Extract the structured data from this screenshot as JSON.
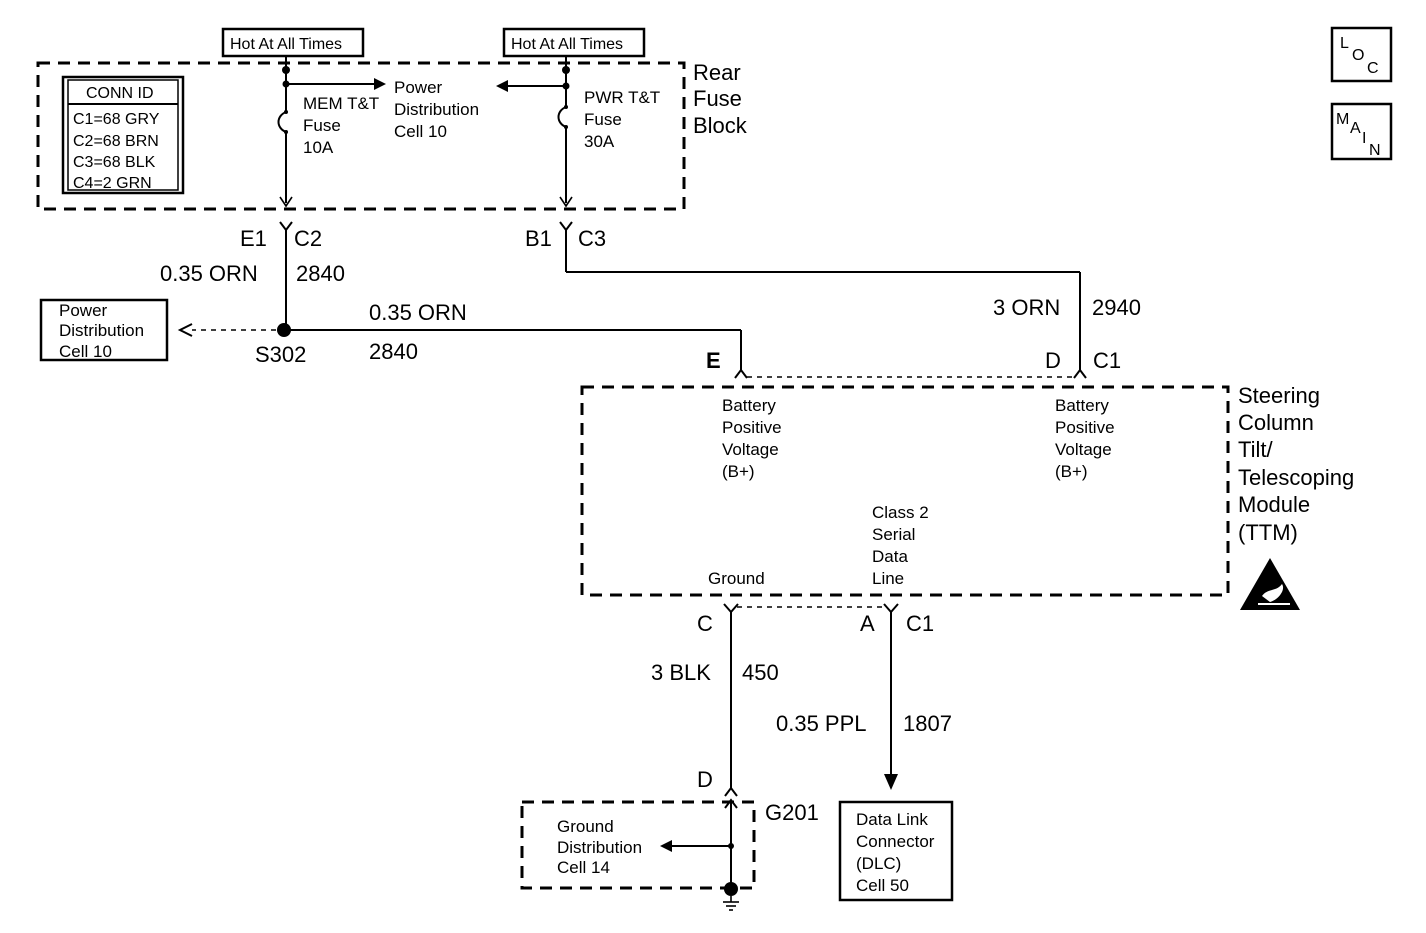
{
  "labels": {
    "hot_left": "Hot At All Times",
    "hot_right": "Hot At All Times",
    "rear_fuse_block": [
      "Rear",
      "Fuse",
      "Block"
    ],
    "conn_id_title": "CONN ID",
    "conn_ids": [
      "C1=68 GRY",
      "C2=68 BRN",
      "C3=68 BLK",
      "C4=2 GRN"
    ],
    "mem_fuse": [
      "MEM T&T",
      "Fuse",
      "10A"
    ],
    "pwr_fuse": [
      "PWR T&T",
      "Fuse",
      "30A"
    ],
    "power_dist_top": [
      "Power",
      "Distribution",
      "Cell 10"
    ],
    "power_dist_left": [
      "Power",
      "Distribution",
      "Cell 10"
    ],
    "pin_e1": "E1",
    "conn_c2": "C2",
    "pin_b1": "B1",
    "conn_c3": "C3",
    "wire_left_color": "0.35 ORN",
    "wire_left_circuit": "2840",
    "splice_wire_color": "0.35 ORN",
    "splice_wire_circuit": "2840",
    "splice": "S302",
    "wire_right_color": "3 ORN",
    "wire_right_circuit": "2940",
    "pin_e": "E",
    "pin_d_top": "D",
    "conn_c1_top": "C1",
    "bplus_left": [
      "Battery",
      "Positive",
      "Voltage",
      "(B+)"
    ],
    "bplus_right": [
      "Battery",
      "Positive",
      "Voltage",
      "(B+)"
    ],
    "module_name": [
      "Steering",
      "Column",
      "Tilt/",
      "Telescoping",
      "Module",
      "(TTM)"
    ],
    "class2": [
      "Class 2",
      "Serial",
      "Data",
      "Line"
    ],
    "ground": "Ground",
    "pin_c": "C",
    "pin_a": "A",
    "conn_c1_bottom": "C1",
    "wire_blk_color": "3 BLK",
    "wire_blk_circuit": "450",
    "wire_ppl_color": "0.35 PPL",
    "wire_ppl_circuit": "1807",
    "pin_d_bottom": "D",
    "g201": "G201",
    "ground_dist": [
      "Ground",
      "Distribution",
      "Cell 14"
    ],
    "dlc": [
      "Data Link",
      "Connector",
      "(DLC)",
      "Cell 50"
    ]
  },
  "nav": {
    "loc": [
      "L",
      "O",
      "C"
    ],
    "main": [
      "M",
      "A",
      "I",
      "N"
    ]
  }
}
